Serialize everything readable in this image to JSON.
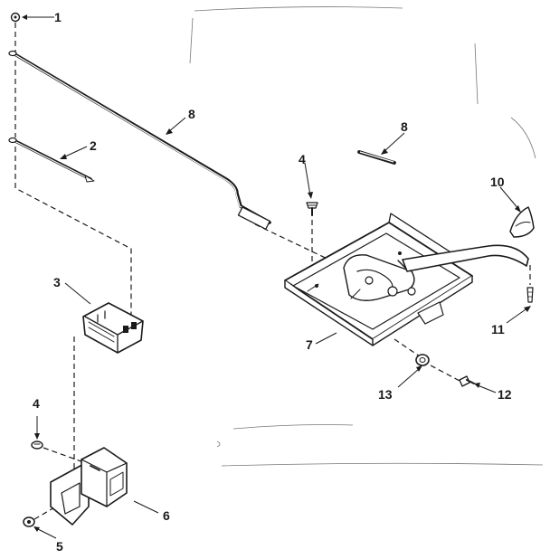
{
  "diagram": {
    "callouts": [
      "1",
      "2",
      "3",
      "4",
      "4",
      "5",
      "6",
      "7",
      "8",
      "8",
      "10",
      "11",
      "12",
      "13"
    ]
  }
}
